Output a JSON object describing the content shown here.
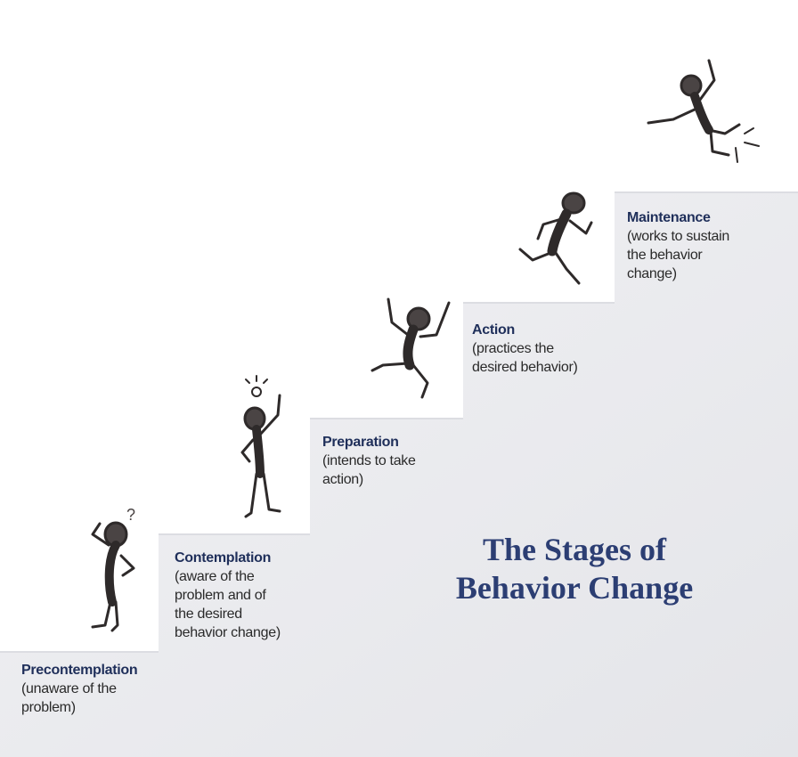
{
  "title": {
    "line1": "The Stages of",
    "line2": "Behavior Change"
  },
  "stages": [
    {
      "name": "Precontemplation",
      "desc_lines": [
        "(unaware of the",
        "problem)"
      ],
      "figure": "thinking-figure-icon"
    },
    {
      "name": "Contemplation",
      "desc_lines": [
        "(aware of the",
        "problem and of",
        "the desired",
        "behavior change)"
      ],
      "figure": "lightbulb-figure-icon"
    },
    {
      "name": "Preparation",
      "desc_lines": [
        "(intends to take",
        "action)"
      ],
      "figure": "crouching-figure-icon"
    },
    {
      "name": "Action",
      "desc_lines": [
        "(practices the",
        "desired behavior)"
      ],
      "figure": "running-figure-icon"
    },
    {
      "name": "Maintenance",
      "desc_lines": [
        "(works to sustain",
        "the behavior",
        "change)"
      ],
      "figure": "leaping-figure-icon"
    }
  ],
  "colors": {
    "background": "#ffffff",
    "stair": "#ececef",
    "stair_shadow": "#e2e3e7",
    "figure": "#4a4444",
    "stage_name": "#1f2f5a",
    "title": "#2c3e73"
  }
}
